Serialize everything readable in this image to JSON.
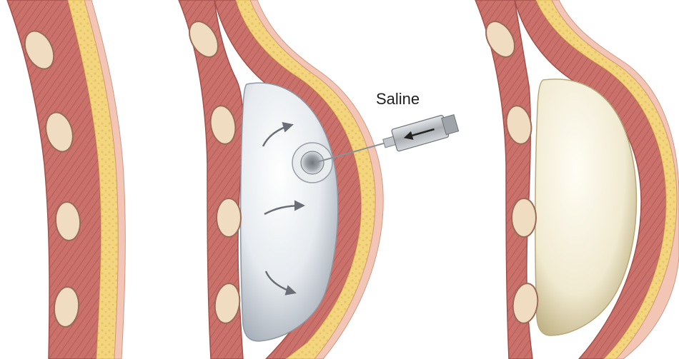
{
  "figure": {
    "panels": [
      {
        "id": "before",
        "content": "tissue-layers"
      },
      {
        "id": "during",
        "content": "implant-filling-with-injection"
      },
      {
        "id": "after",
        "content": "filled-implant"
      }
    ],
    "labels": {
      "saline": "Saline"
    },
    "colors": {
      "muscle": "#c9716a",
      "muscle_dark": "#a4504b",
      "fat": "#f2d57e",
      "fat_edge": "#d9b455",
      "skin": "#f3c5b4",
      "skin_edge": "#d49786",
      "rib_fill": "#f0dcc0",
      "rib_edge": "#9b6a57",
      "implant_saline": "#eef1f4",
      "implant_shadow": "#b9c0c8",
      "implant_filled": "#f6f0dc",
      "implant_filled_shade": "#c7b98c",
      "arrow_gray": "#6b6f75",
      "syringe_metal": "#b8bcc1"
    }
  }
}
